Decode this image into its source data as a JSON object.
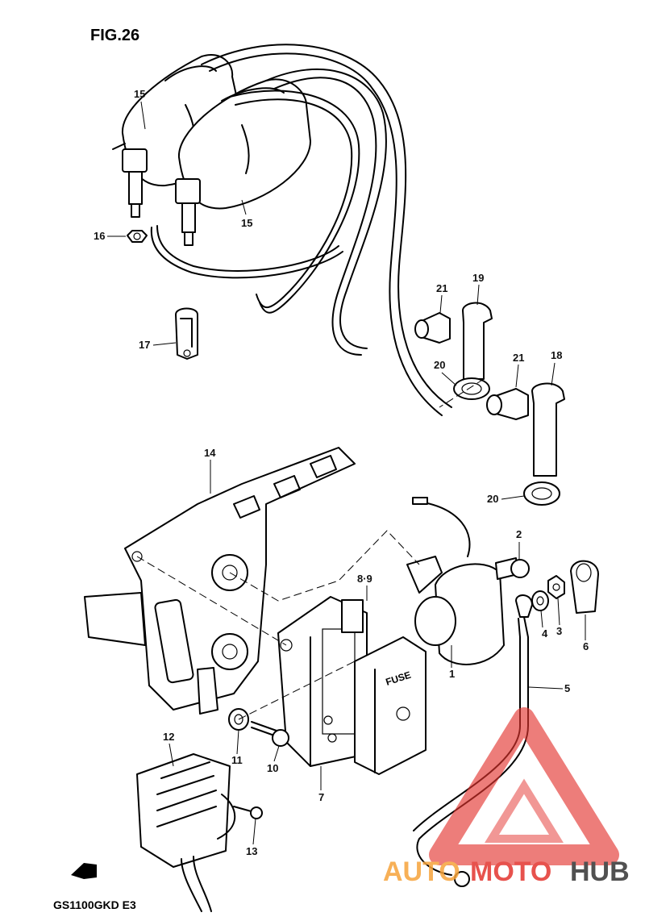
{
  "figure": {
    "title": "FIG.26",
    "model_code": "GS1100GKD E3"
  },
  "callouts": {
    "c1": "1",
    "c2": "2",
    "c3": "3",
    "c4": "4",
    "c5": "5",
    "c6": "6",
    "c7": "7",
    "c8_9": "8·9",
    "c10": "10",
    "c11": "11",
    "c12": "12",
    "c13": "13",
    "c14": "14",
    "c15a": "15",
    "c15b": "15",
    "c16": "16",
    "c17": "17",
    "c18": "18",
    "c19": "19",
    "c20a": "20",
    "c20b": "20",
    "c21a": "21",
    "c21b": "21"
  },
  "fuse_box": {
    "cover_label": "FUSE"
  },
  "watermark": {
    "part1": "AUTO",
    "part2": "MOTO",
    "part3": "HUB",
    "colors": {
      "orange": "#f6a33a",
      "red": "#e3342f",
      "dark": "#333333"
    }
  },
  "icons": {
    "front_arrow": "front-arrow-icon"
  }
}
